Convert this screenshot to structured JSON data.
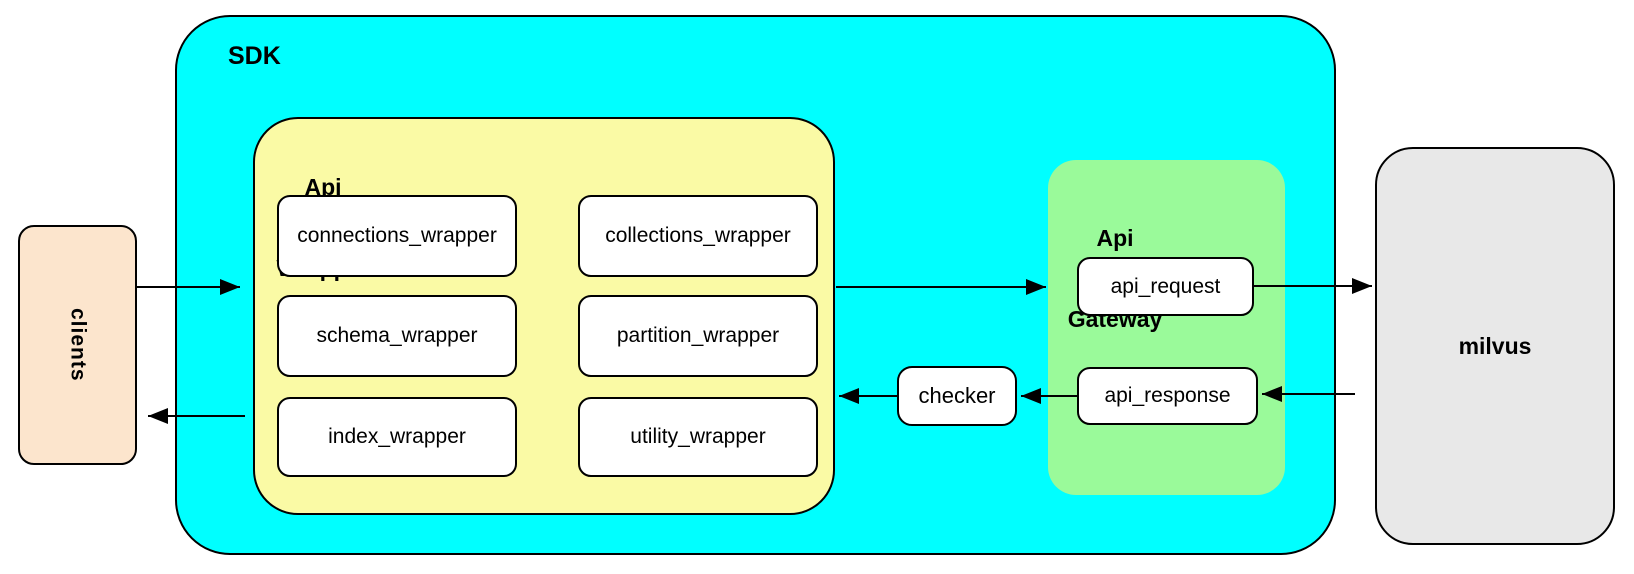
{
  "diagram_type": "architecture-diagram",
  "colors": {
    "canvas_bg": "#FFFFFF",
    "sdk_fill": "#00FFFF",
    "api_wrapper_fill": "#FAFAA5",
    "api_gateway_fill": "#9AFA9A",
    "clients_fill": "#FCE5CD",
    "milvus_fill": "#E8E8E8",
    "box_fill": "#FFFFFF",
    "stroke": "#000000"
  },
  "nodes": {
    "clients": {
      "label": "clients"
    },
    "sdk": {
      "label": "SDK"
    },
    "api_wrapper": {
      "label_lines": [
        "Api",
        "Wrapper"
      ],
      "boxes": [
        "connections_wrapper",
        "collections_wrapper",
        "schema_wrapper",
        "partition_wrapper",
        "index_wrapper",
        "utility_wrapper"
      ]
    },
    "checker": {
      "label": "checker"
    },
    "api_gateway": {
      "label_lines": [
        "Api",
        "Gateway"
      ],
      "boxes": [
        "api_request",
        "api_response"
      ]
    },
    "milvus": {
      "label": "milvus"
    }
  },
  "edges": [
    {
      "from": "clients",
      "to": "SDK / Api Wrapper"
    },
    {
      "from": "Api Wrapper",
      "to": "clients"
    },
    {
      "from": "Api Wrapper",
      "to": "Api Gateway / api_request"
    },
    {
      "from": "api_request",
      "to": "milvus"
    },
    {
      "from": "milvus",
      "to": "api_response"
    },
    {
      "from": "api_response",
      "to": "checker"
    },
    {
      "from": "checker",
      "to": "Api Wrapper"
    }
  ]
}
